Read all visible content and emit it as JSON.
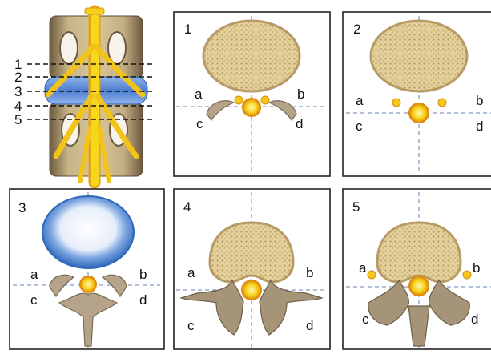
{
  "overview": {
    "level_labels": [
      "1",
      "2",
      "3",
      "4",
      "5"
    ]
  },
  "panels": [
    {
      "number": "1",
      "a": "a",
      "b": "b",
      "c": "c",
      "d": "d"
    },
    {
      "number": "2",
      "a": "a",
      "b": "b",
      "c": "c",
      "d": "d"
    },
    {
      "number": "3",
      "a": "a",
      "b": "b",
      "c": "c",
      "d": "d"
    },
    {
      "number": "4",
      "a": "a",
      "b": "b",
      "c": "c",
      "d": "d"
    },
    {
      "number": "5",
      "a": "a",
      "b": "b",
      "c": "c",
      "d": "d"
    }
  ],
  "colors": {
    "bone": "#e6d29f",
    "bone_dark": "#b89a66",
    "cancellous": "#d9c38a",
    "disc_blue": "#5b8fd6",
    "disc_inner": "#eef3fb",
    "nerve_yellow": "#f6d21a",
    "nerve_orange": "#e79a14",
    "axis_blue": "#6a7fb5",
    "frame": "#222222"
  }
}
